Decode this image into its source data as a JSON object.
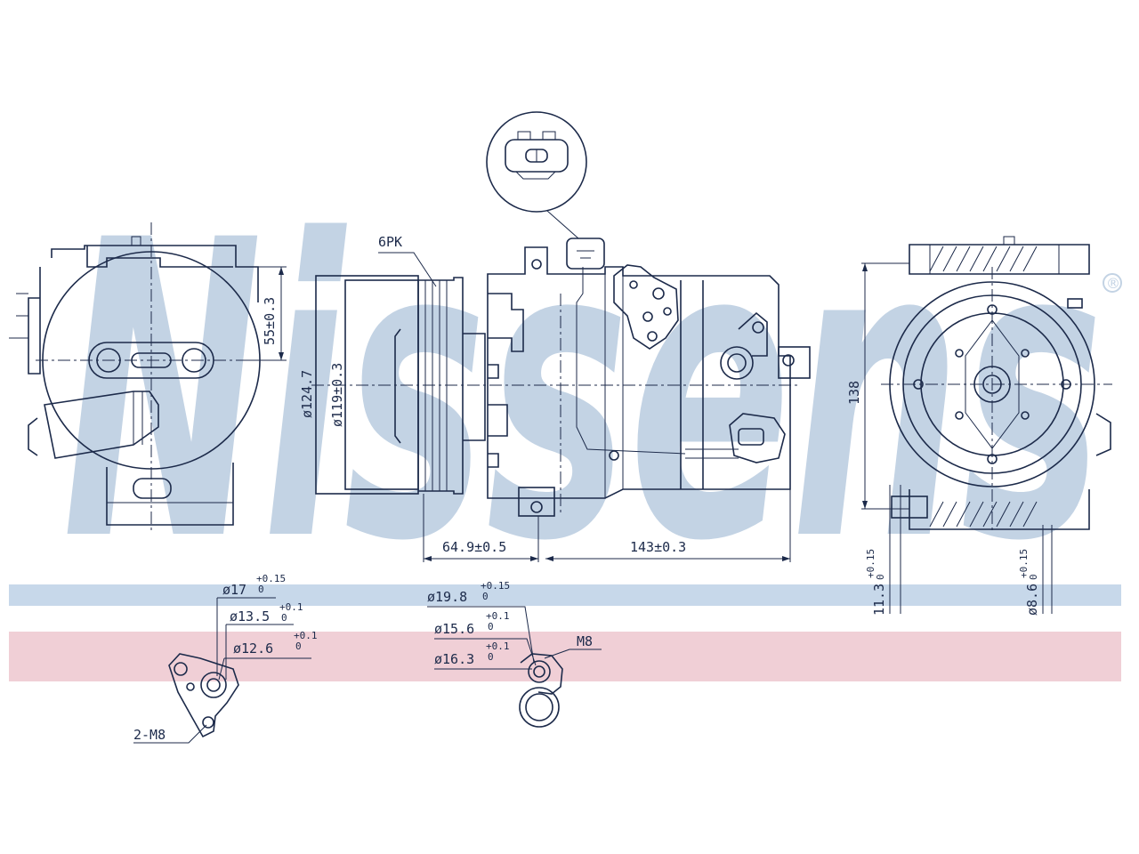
{
  "brand": {
    "watermark": "Nissens",
    "registered_mark": "®",
    "band_colors": {
      "blue": "#c7d8ea",
      "red": "#f0cfd6"
    },
    "line_color": "#1c2a4a"
  },
  "labels": {
    "belt": "6PK",
    "front_d55": "55±0.3",
    "pulley_d1247": "ø124.7",
    "pulley_d119": "ø119±0.3",
    "len_649": "64.9±0.5",
    "len_143": "143±0.3",
    "height_138": "138",
    "d_113": "11.3",
    "d_113_tol": "+0.15",
    "d_113_tol_low": "0",
    "d_86": "ø8.6",
    "d_86_tol": "+0.15",
    "d_86_tol_low": "0",
    "port_a_17": "ø17",
    "port_a_17_tol": "+0.15",
    "port_a_17_tol_low": "0",
    "port_a_135": "ø13.5",
    "port_a_135_tol": "+0.1",
    "port_a_135_tol_low": "0",
    "port_a_126": "ø12.6",
    "port_a_126_tol": "+0.1",
    "port_a_126_tol_low": "0",
    "port_a_thread": "2-M8",
    "port_b_198": "ø19.8",
    "port_b_198_tol": "+0.15",
    "port_b_198_tol_low": "0",
    "port_b_156": "ø15.6",
    "port_b_156_tol": "+0.1",
    "port_b_156_tol_low": "0",
    "port_b_163": "ø16.3",
    "port_b_163_tol": "+0.1",
    "port_b_163_tol_low": "0",
    "port_b_thread": "M8"
  }
}
